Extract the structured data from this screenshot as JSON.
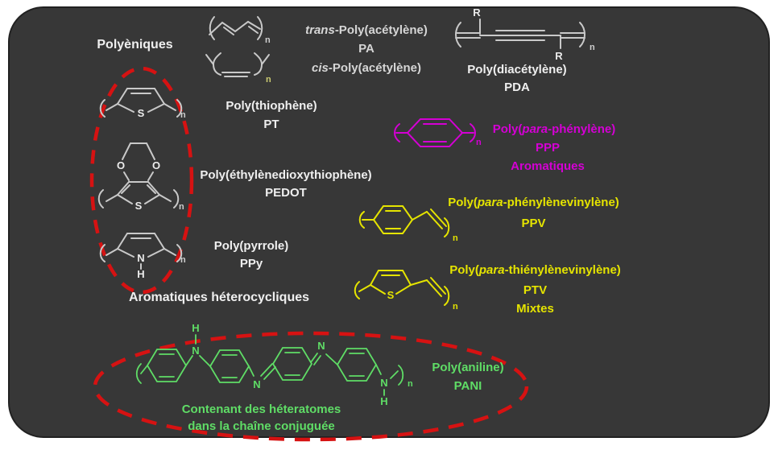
{
  "colors": {
    "background": "#373737",
    "white_text": "#efefef",
    "gray_structure": "#c9c9c9",
    "magenta": "#d400d4",
    "yellow": "#e5e400",
    "green": "#5fdd66",
    "red_dash": "#d61212"
  },
  "polyeniques": {
    "group_label": "Polyèniques",
    "trans_italic": "trans",
    "trans_rest": "-Poly(acétylène)",
    "abbrev": "PA",
    "cis_italic": "cis",
    "cis_rest": "-Poly(acétylène)",
    "n": "n"
  },
  "pda": {
    "name": "Poly(diacétylène)",
    "abbrev": "PDA",
    "r_top": "R",
    "r_bottom": "R",
    "n": "n"
  },
  "pt": {
    "name": "Poly(thiophène)",
    "abbrev": "PT",
    "s_atom": "S",
    "n": "n"
  },
  "pedot": {
    "name": "Poly(éthylènedioxythiophène)",
    "abbrev": "PEDOT",
    "o_left": "O",
    "o_right": "O",
    "s_atom": "S",
    "n": "n"
  },
  "ppy": {
    "name": "Poly(pyrrole)",
    "abbrev": "PPy",
    "n_atom": "N",
    "h_atom": "H",
    "n": "n"
  },
  "heterocyclic_label": "Aromatiques héterocycliques",
  "ppp": {
    "name_prefix": "Poly(",
    "name_italic": "para",
    "name_suffix": "-phénylène)",
    "abbrev": "PPP",
    "family": "Aromatiques",
    "n": "n"
  },
  "ppv": {
    "name_prefix": "Poly(",
    "name_italic": "para",
    "name_suffix": "-phénylènevinylène)",
    "abbrev": "PPV",
    "n": "n"
  },
  "ptv": {
    "name_prefix": "Poly(",
    "name_italic": "para",
    "name_suffix": "-thiénylènevinylène)",
    "abbrev": "PTV",
    "family": "Mixtes",
    "n": "n"
  },
  "pani": {
    "name": "Poly(aniline)",
    "abbrev": "PANI",
    "caption_line1": "Contenant des héteratomes",
    "caption_line2": "dans la chaîne conjuguée",
    "n1": "N",
    "n2": "N",
    "n3": "N",
    "n4": "N",
    "h1": "H",
    "h4": "H",
    "n": "n"
  }
}
